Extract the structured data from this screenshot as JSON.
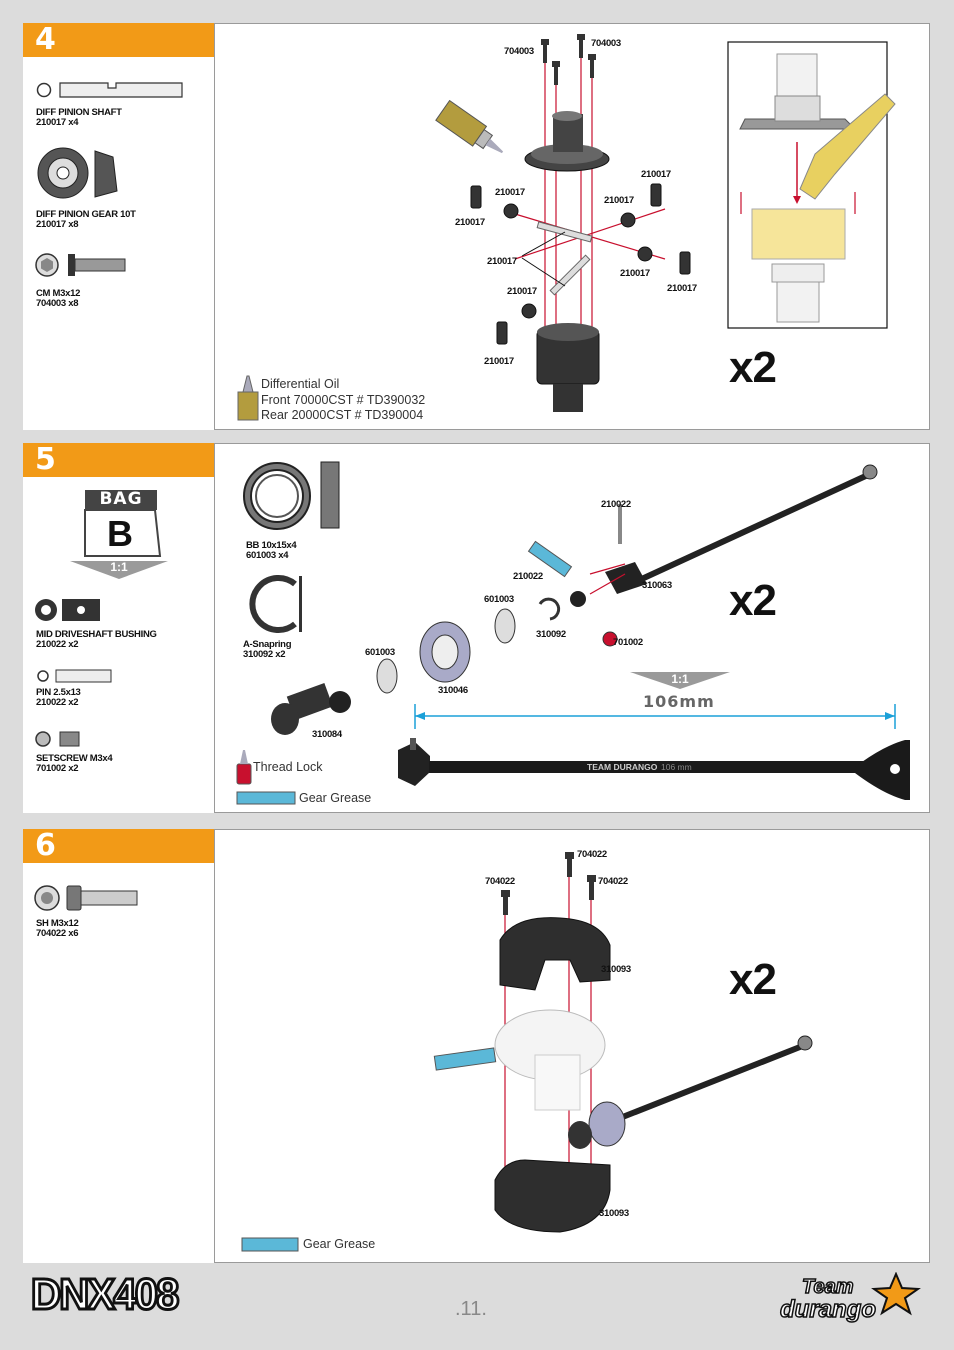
{
  "step4": {
    "number": "4",
    "parts": [
      {
        "name": "DIFF PINION SHAFT",
        "code": "210017 x4"
      },
      {
        "name": "DIFF PINION GEAR 10T",
        "code": "210017  x8"
      },
      {
        "name": "CM  M3x12",
        "code": "704003  x8"
      }
    ],
    "callouts": {
      "c1": "704003",
      "c2": "704003",
      "c3": "210017",
      "c4": "210017",
      "c5": "210017",
      "c6": "210017",
      "c7": "210017",
      "c8": "210017",
      "c9": "210017",
      "c10": "210017",
      "c11": "210017"
    },
    "note_title": "Differential Oil",
    "note_front": "Front  70000CST # TD390032",
    "note_rear": "Rear   20000CST # TD390004",
    "multiplier": "x2"
  },
  "step5": {
    "number": "5",
    "bag_label": "BAG",
    "bag_letter": "B",
    "scale": "1:1",
    "parts": [
      {
        "name": "MID DRIVESHAFT BUSHING",
        "code": "210022 x2"
      },
      {
        "name": "PIN  2.5x13",
        "code": "210022  x2"
      },
      {
        "name": "SETSCREW  M3x4",
        "code": "701002  x2"
      }
    ],
    "bearing": {
      "name": "BB 10x15x4",
      "code": "601003  x4"
    },
    "snapring": {
      "name": "A-Snapring",
      "code": "310092  x2"
    },
    "callouts": {
      "c1": "210022",
      "c2": "210022",
      "c3": "310063",
      "c4": "601003",
      "c5": "310092",
      "c6": "701002",
      "c7": "601003",
      "c8": "310046",
      "c9": "310084"
    },
    "scale2": "1:1",
    "length": "106mm",
    "shaft_text": "TEAM DURANGO",
    "shaft_len": "106 mm",
    "note_threadlock": "Thread Lock",
    "note_grease": "Gear Grease",
    "multiplier": "x2"
  },
  "step6": {
    "number": "6",
    "parts": [
      {
        "name": "SH  M3x12",
        "code": "704022  x6"
      }
    ],
    "callouts": {
      "c1": "704022",
      "c2": "704022",
      "c3": "704022",
      "c4": "310093",
      "c5": "310093"
    },
    "note_grease": "Gear Grease",
    "multiplier": "x2"
  },
  "footer": {
    "model": "DNX408",
    "page": ".11.",
    "brand_top": "Team",
    "brand_bottom": "durango"
  }
}
